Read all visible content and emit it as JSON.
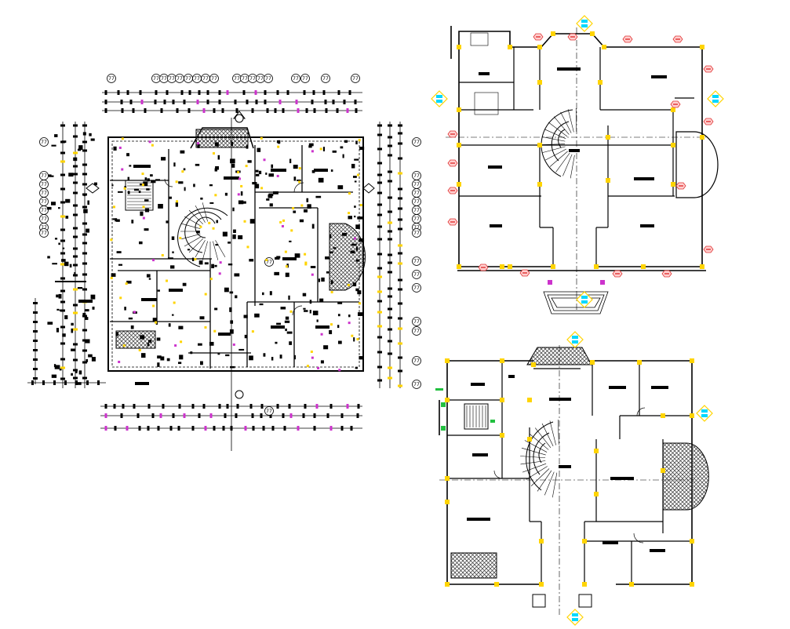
{
  "drawing": {
    "grid_bubble_label": "77",
    "palette": {
      "background": "#ffffff",
      "wall": "#000000",
      "dim_line": "#000000",
      "column_marker": "#ffd400",
      "dimension_tick": "#cc33cc",
      "label_block": "#000000",
      "hatch": "#333333",
      "section_marker_fill": "#00d8ff",
      "section_marker_outline": "#ffd400",
      "level_tag": "#e03030",
      "level_tag_fill": "#ffd0d0",
      "green_marker": "#22c040"
    }
  },
  "plans": [
    {
      "id": "overall-dimensioned-plan",
      "kind": "dimensioned"
    },
    {
      "id": "upper-right-floor-plan",
      "kind": "tagged"
    },
    {
      "id": "lower-right-floor-plan",
      "kind": "plain"
    }
  ]
}
